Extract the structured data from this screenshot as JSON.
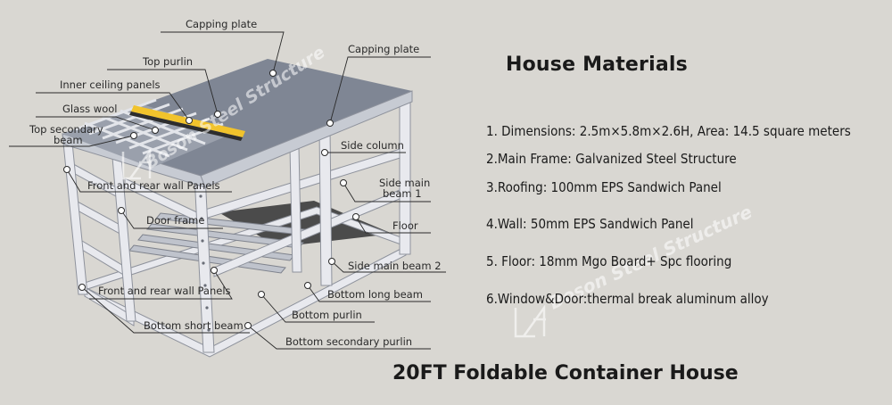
{
  "labels": {
    "capping_plate_top": "Capping plate",
    "capping_plate_right": "Capping plate",
    "top_purlin": "Top purlin",
    "inner_ceiling_panels": "Inner ceiling panels",
    "glass_wool": "Glass wool",
    "top_secondary_beam_1": "Top secondary",
    "top_secondary_beam_2": "beam",
    "side_column": "Side column",
    "front_rear_wall_panels_top": "Front and rear wall Panels",
    "side_main_beam_1_a": "Side main",
    "side_main_beam_1_b": "beam 1",
    "door_frame": "Door frame",
    "floor": "Floor",
    "side_main_beam_2": "Side main beam 2",
    "front_rear_wall_panels_bottom": "Front and rear wall Panels",
    "bottom_long_beam": "Bottom long beam",
    "bottom_purlin": "Bottom purlin",
    "bottom_short_beam": "Bottom short beam",
    "bottom_secondary_purlin": "Bottom secondary purlin"
  },
  "watermark": {
    "text": "Boson Steel Structure"
  },
  "materials": {
    "title": "House Materials",
    "items": [
      "1. Dimensions: 2.5m×5.8m×2.6H, Area: 14.5 square meters",
      "2.Main Frame: Galvanized Steel Structure",
      "3.Roofing: 100mm EPS Sandwich Panel",
      "4.Wall: 50mm EPS Sandwich Panel",
      "5. Floor: 18mm Mgo Board+ Spc flooring",
      "6.Window&Door:thermal break aluminum alloy"
    ]
  },
  "main_title": "20FT Foldable Container House"
}
